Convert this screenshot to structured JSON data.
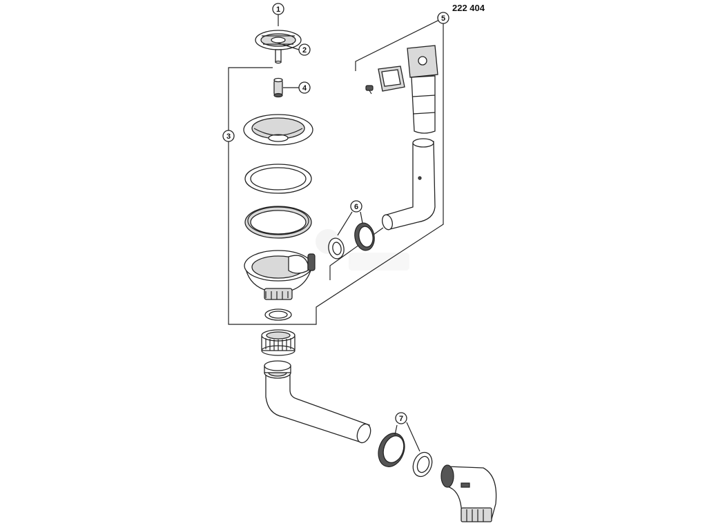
{
  "part_number": "222 404",
  "callouts": [
    {
      "id": "c1",
      "label": "1"
    },
    {
      "id": "c2",
      "label": "2"
    },
    {
      "id": "c3",
      "label": "3"
    },
    {
      "id": "c4",
      "label": "4"
    },
    {
      "id": "c5",
      "label": "5"
    },
    {
      "id": "c6",
      "label": "6"
    },
    {
      "id": "c7",
      "label": "7"
    }
  ],
  "colors": {
    "line": "#222222",
    "fill": "#ffffff",
    "shade": "#bdbdbd"
  }
}
